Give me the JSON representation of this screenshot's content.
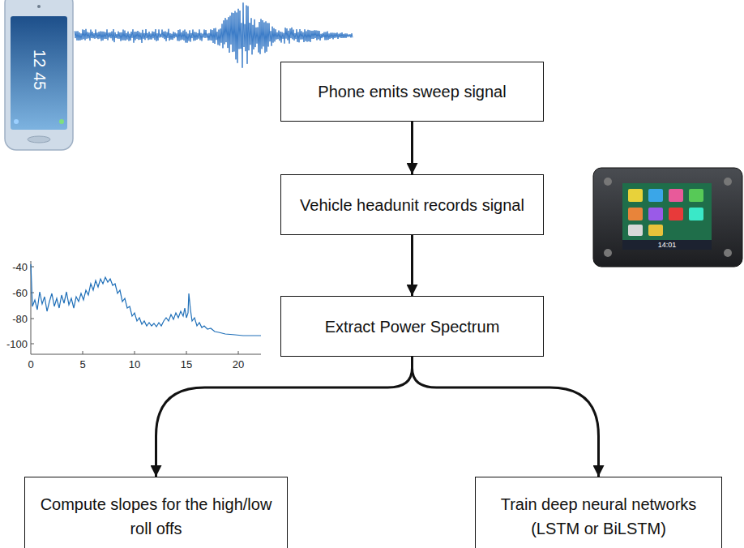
{
  "diagram": {
    "nodes": [
      {
        "text": [
          "Phone emits sweep signal"
        ]
      },
      {
        "text": [
          "Vehicle headunit records signal"
        ]
      },
      {
        "text": [
          "Extract Power Spectrum"
        ]
      },
      {
        "text": [
          "Compute slopes for the high/low roll offs"
        ]
      },
      {
        "text": [
          "Train deep neural networks (LSTM or BiLSTM)"
        ]
      }
    ],
    "edges": [
      {
        "from": 0,
        "to": 1,
        "arrow": "to"
      },
      {
        "from": 1,
        "to": 2,
        "arrow": "to"
      },
      {
        "from": 2,
        "to": 3,
        "arrow": "to"
      },
      {
        "from": 2,
        "to": 4,
        "arrow": "to"
      }
    ],
    "labels": [
      "-40",
      "-60",
      "-80",
      "-100",
      "0",
      "5",
      "10",
      "15",
      "20",
      "12",
      "45",
      "14:01"
    ]
  }
}
